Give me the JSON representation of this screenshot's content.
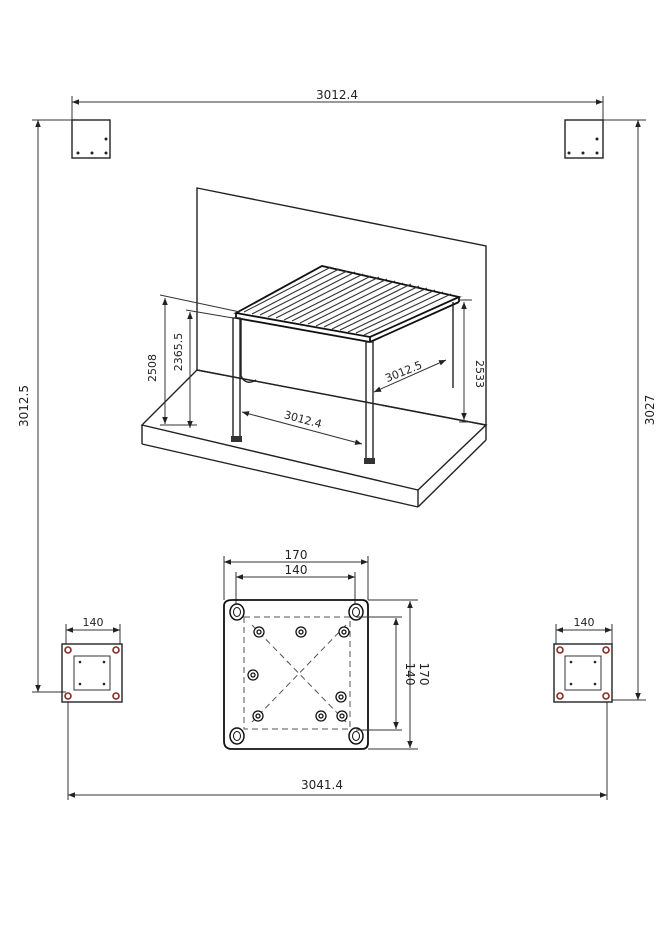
{
  "plan_dimensions": {
    "top_width": "3012.4",
    "left_depth": "3012.5",
    "right_depth": "3027",
    "bottom_width": "3041.4"
  },
  "pergola_view": {
    "wall_height": "2508",
    "post_height": "2365.5",
    "front_width": "3012.4",
    "side_depth": "3012.5",
    "back_height": "2533"
  },
  "base_plate_detail": {
    "outer_width": "170",
    "inner_width": "140",
    "inner_height": "140",
    "outer_height": "170"
  },
  "corner_plates": {
    "left_width": "140",
    "right_width": "140"
  },
  "colors": {
    "line": "#222222",
    "bolt": "#8b2a20"
  }
}
